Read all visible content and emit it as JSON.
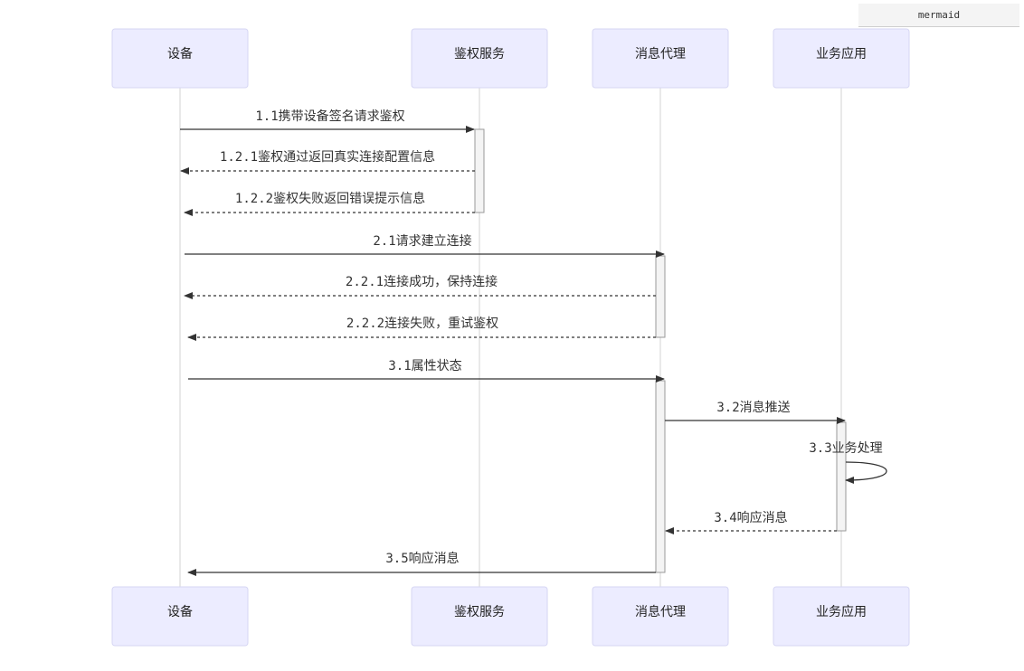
{
  "header": {
    "mermaid_label": "mermaid"
  },
  "participants": [
    {
      "id": "device",
      "label": "设备"
    },
    {
      "id": "auth",
      "label": "鉴权服务"
    },
    {
      "id": "broker",
      "label": "消息代理"
    },
    {
      "id": "app",
      "label": "业务应用"
    }
  ],
  "messages": [
    {
      "label": "1.1携带设备签名请求鉴权",
      "from": "device",
      "to": "auth",
      "style": "solid"
    },
    {
      "label": "1.2.1鉴权通过返回真实连接配置信息",
      "from": "auth",
      "to": "device",
      "style": "dashed"
    },
    {
      "label": "1.2.2鉴权失败返回错误提示信息",
      "from": "auth",
      "to": "device",
      "style": "dashed"
    },
    {
      "label": "2.1请求建立连接",
      "from": "device",
      "to": "broker",
      "style": "solid"
    },
    {
      "label": "2.2.1连接成功，保持连接",
      "from": "broker",
      "to": "device",
      "style": "dashed"
    },
    {
      "label": "2.2.2连接失败，重试鉴权",
      "from": "broker",
      "to": "device",
      "style": "dashed"
    },
    {
      "label": "3.1属性状态",
      "from": "device",
      "to": "broker",
      "style": "solid"
    },
    {
      "label": "3.2消息推送",
      "from": "broker",
      "to": "app",
      "style": "solid"
    },
    {
      "label": "3.3业务处理",
      "from": "app",
      "to": "app",
      "style": "solid"
    },
    {
      "label": "3.4响应消息",
      "from": "app",
      "to": "broker",
      "style": "dashed"
    },
    {
      "label": "3.5响应消息",
      "from": "broker",
      "to": "device",
      "style": "solid"
    }
  ]
}
